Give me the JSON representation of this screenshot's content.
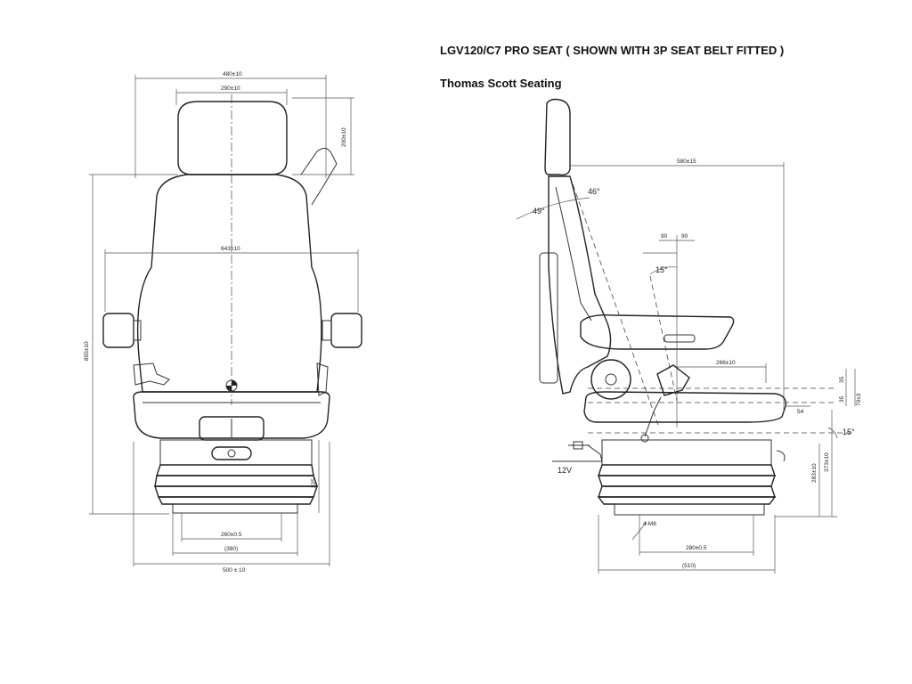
{
  "header": {
    "title": "LGV120/C7 PRO SEAT ( SHOWN WITH 3P SEAT BELT FITTED )",
    "maker": "Thomas Scott Seating"
  },
  "front_view": {
    "dims": {
      "overall_width_top": "480±10",
      "headrest_width": "290±10",
      "headrest_height": "200±10",
      "armrest_span": "643±10",
      "overall_height": "855±10",
      "base_width": "260±0.5",
      "base_overall": "(380)",
      "bottom_width": "500 ± 10",
      "suspension_height": "225"
    }
  },
  "side_view": {
    "dims": {
      "depth": "580±15",
      "backrest_angle_a": "49°",
      "backrest_angle_b": "46°",
      "angle_90_left": "90",
      "angle_90_right": "90",
      "cushion_angle": "15°",
      "fore_aft": "266±10",
      "stroke_a": "35",
      "stroke_b": "35",
      "stroke_total": "70±3",
      "front_offset": "54",
      "tilt_angle": "15°",
      "height_low": "283±10",
      "height_high": "373±10",
      "voltage": "12V",
      "pitch": "4-M8",
      "base_width": "280±0.5",
      "base_overall": "(510)"
    }
  }
}
